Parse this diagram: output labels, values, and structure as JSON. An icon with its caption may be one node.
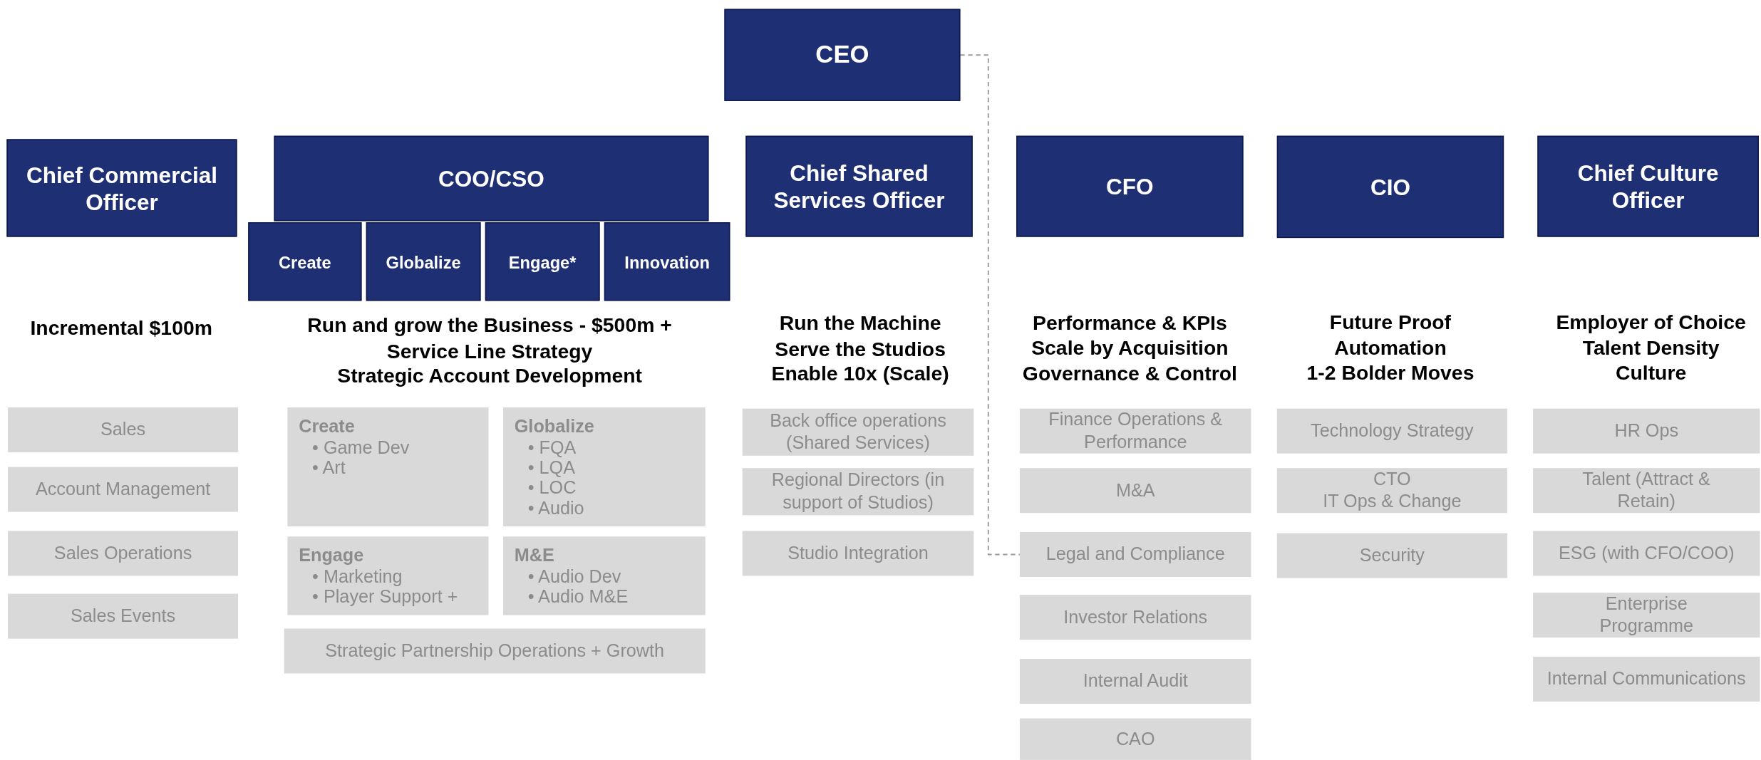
{
  "diagram": {
    "nodes": [
      {
        "text": [
          "CEO"
        ]
      },
      {
        "text": [
          "Chief Commercial Officer"
        ]
      },
      {
        "text": [
          "COO/CSO"
        ]
      },
      {
        "text": [
          "Create"
        ]
      },
      {
        "text": [
          "Globalize"
        ]
      },
      {
        "text": [
          "Engage*"
        ]
      },
      {
        "text": [
          "Innovation"
        ]
      },
      {
        "text": [
          "Chief Shared Services Officer"
        ]
      },
      {
        "text": [
          "CFO"
        ]
      },
      {
        "text": [
          "CIO"
        ]
      },
      {
        "text": [
          "Chief Culture Officer"
        ]
      },
      {
        "text": [
          "Sales"
        ]
      },
      {
        "text": [
          "Account Management"
        ]
      },
      {
        "text": [
          "Sales Operations"
        ]
      },
      {
        "text": [
          "Sales Events"
        ]
      },
      {
        "text": [
          "Create",
          "• Game Dev",
          "• Art"
        ]
      },
      {
        "text": [
          "Globalize",
          "• FQA",
          "• LQA",
          "• LOC",
          "• Audio"
        ]
      },
      {
        "text": [
          "Engage",
          "• Marketing",
          "• Player Support +"
        ]
      },
      {
        "text": [
          "M&E",
          "• Audio Dev",
          "• Audio M&E"
        ]
      },
      {
        "text": [
          "Strategic Partnership Operations + Growth"
        ]
      },
      {
        "text": [
          "Back office operations (Shared Services)"
        ]
      },
      {
        "text": [
          "Regional Directors (in support of Studios)"
        ]
      },
      {
        "text": [
          "Studio Integration"
        ]
      },
      {
        "text": [
          "Finance Operations & Performance"
        ]
      },
      {
        "text": [
          "M&A"
        ]
      },
      {
        "text": [
          "Legal and Compliance"
        ]
      },
      {
        "text": [
          "Investor Relations"
        ]
      },
      {
        "text": [
          "Internal Audit"
        ]
      },
      {
        "text": [
          "CAO"
        ]
      },
      {
        "text": [
          "Technology Strategy"
        ]
      },
      {
        "text": [
          "CTO",
          "IT Ops & Change"
        ]
      },
      {
        "text": [
          "Security"
        ]
      },
      {
        "text": [
          "HR Ops"
        ]
      },
      {
        "text": [
          "Talent (Attract & Retain)"
        ]
      },
      {
        "text": [
          "ESG (with CFO/COO)"
        ]
      },
      {
        "text": [
          "Enterprise Programme"
        ]
      },
      {
        "text": [
          "Internal Communications"
        ]
      }
    ],
    "edges": [
      {
        "from": 0,
        "to": 25,
        "arrow": "none",
        "style": "dashed"
      }
    ],
    "labels": [
      "Incremental $100m",
      "Run and grow the Business - $500m +",
      "Service Line Strategy",
      "Strategic Account Development",
      "Run the Machine",
      "Serve the Studios",
      "Enable 10x (Scale)",
      "Performance & KPIs",
      "Scale by Acquisition",
      "Governance & Control",
      "Future Proof",
      "Automation",
      "1-2 Bolder Moves",
      "Employer of Choice",
      "Talent Density",
      "Culture"
    ]
  }
}
